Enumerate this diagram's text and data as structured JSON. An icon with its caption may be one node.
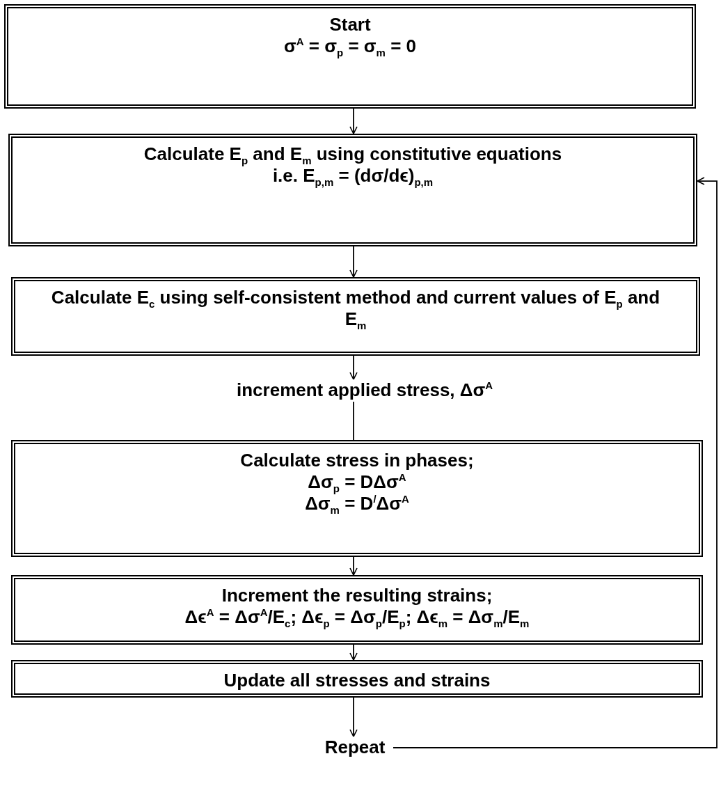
{
  "diagram": {
    "nodes": [
      {
        "text": [
          "Start",
          "σ$^{A}$ = σ$_{p}$ = σ$_{m}$ = 0"
        ]
      },
      {
        "text": [
          "Calculate E$_{p}$ and E$_{m}$ using constitutive equations",
          "i.e. E$_{p,m}$ = (dσ/dϵ)$_{p,m}$"
        ]
      },
      {
        "text": [
          "Calculate E$_{c}$ using self-consistent method and current values of E$_{p}$ and E$_{m}$"
        ]
      },
      {
        "text": [
          "increment applied stress, Δσ$^{A}$"
        ]
      },
      {
        "text": [
          "Calculate stress in phases;",
          "Δσ$_{p}$ = DΔσ$^{A}$",
          "Δσ$_{m}$ = D$^{/}$Δσ$^{A}$"
        ]
      },
      {
        "text": [
          "Increment the resulting strains;",
          "Δϵ$^{A}$ = Δσ$^{A}$/E$_{c}$; Δϵ$_{p}$ = Δσ$_{p}$/E$_{p}$; Δϵ$_{m}$ = Δσ$_{m}$/E$_{m}$"
        ]
      },
      {
        "text": [
          "Update all stresses and strains"
        ]
      },
      {
        "text": [
          "Repeat"
        ]
      }
    ],
    "edges": [
      {
        "from": 0,
        "to": 1,
        "arrow": "to"
      },
      {
        "from": 1,
        "to": 2,
        "arrow": "to"
      },
      {
        "from": 2,
        "to": 3,
        "arrow": "to"
      },
      {
        "from": 3,
        "to": 4,
        "arrow": "none"
      },
      {
        "from": 4,
        "to": 5,
        "arrow": "to"
      },
      {
        "from": 5,
        "to": 6,
        "arrow": "to"
      },
      {
        "from": 6,
        "to": 7,
        "arrow": "to"
      },
      {
        "from": 7,
        "to": 1,
        "arrow": "to"
      }
    ]
  }
}
